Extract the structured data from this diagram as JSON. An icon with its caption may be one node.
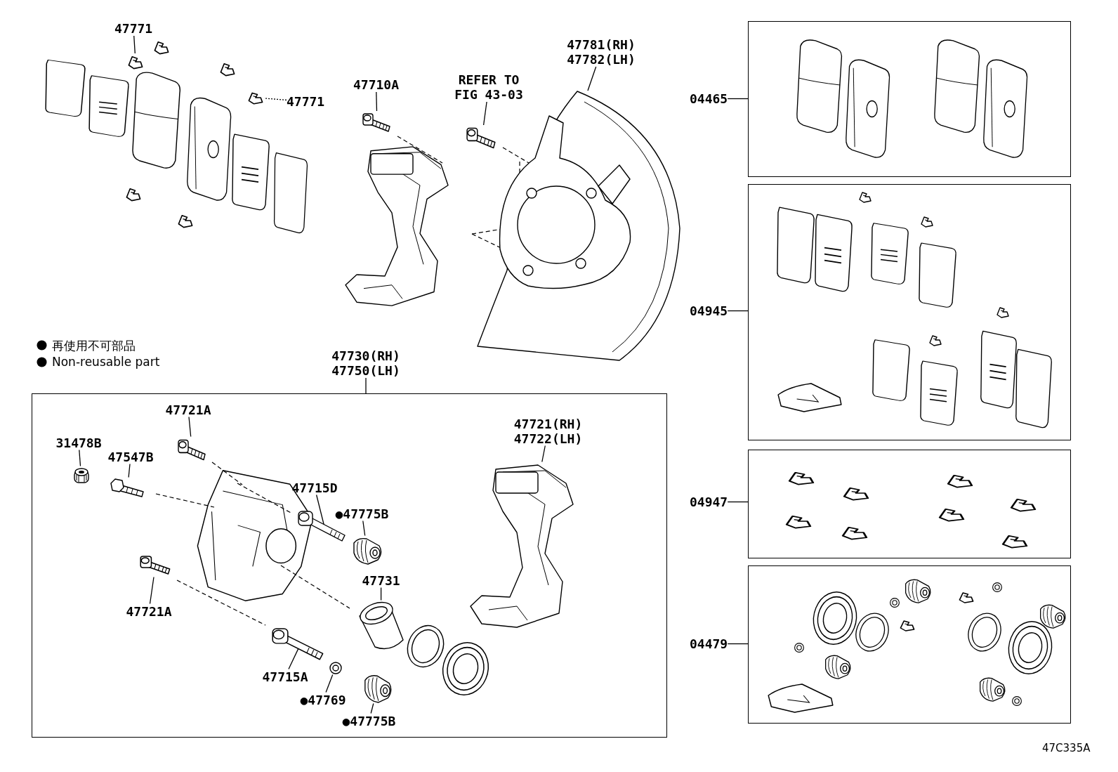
{
  "diagram": {
    "nodes": [
      {
        "text": [
          "47771"
        ]
      },
      {
        "text": [],
        "shape": "picture"
      },
      {
        "text": [
          "47771"
        ]
      },
      {
        "text": [],
        "shape": "picture"
      },
      {
        "text": [
          "47710A"
        ]
      },
      {
        "text": [],
        "shape": "picture"
      },
      {
        "text": [
          "REFER TO FIG 43-03"
        ]
      },
      {
        "text": [],
        "shape": "picture"
      },
      {
        "text": [
          "47781(RH) 47782(LH)"
        ]
      },
      {
        "text": [],
        "shape": "picture"
      },
      {
        "text": [
          "47730(RH) 47750(LH)"
        ]
      },
      {
        "text": [],
        "shape": "box"
      },
      {
        "text": [
          "47721A"
        ],
        "in": 11
      },
      {
        "text": [],
        "shape": "picture",
        "in": 11
      },
      {
        "text": [
          "31478B"
        ],
        "in": 11
      },
      {
        "text": [],
        "shape": "picture",
        "in": 11
      },
      {
        "text": [
          "47547B"
        ],
        "in": 11
      },
      {
        "text": [],
        "shape": "picture",
        "in": 11
      },
      {
        "text": [
          "47715D"
        ],
        "in": 11
      },
      {
        "text": [],
        "shape": "picture",
        "in": 11
      },
      {
        "text": [
          "●47775B"
        ],
        "in": 11
      },
      {
        "text": [],
        "shape": "picture",
        "in": 11
      },
      {
        "text": [
          "47721A"
        ],
        "in": 11
      },
      {
        "text": [],
        "shape": "picture",
        "in": 11
      },
      {
        "text": [
          "47731"
        ],
        "in": 11
      },
      {
        "text": [],
        "shape": "picture",
        "in": 11
      },
      {
        "text": [
          "47715A"
        ],
        "in": 11
      },
      {
        "text": [],
        "shape": "picture",
        "in": 11
      },
      {
        "text": [
          "●47769"
        ],
        "in": 11
      },
      {
        "text": [],
        "shape": "picture",
        "in": 11
      },
      {
        "text": [
          "●47775B"
        ],
        "in": 11
      },
      {
        "text": [],
        "shape": "picture",
        "in": 11
      },
      {
        "text": [
          "47721(RH) 47722(LH)"
        ],
        "in": 11
      },
      {
        "text": [],
        "shape": "picture",
        "in": 11
      },
      {
        "text": [
          "04465"
        ]
      },
      {
        "text": [],
        "shape": "box"
      },
      {
        "text": [
          "04945"
        ]
      },
      {
        "text": [],
        "shape": "box"
      },
      {
        "text": [
          "04947"
        ]
      },
      {
        "text": [],
        "shape": "box"
      },
      {
        "text": [
          "04479"
        ]
      },
      {
        "text": [],
        "shape": "box"
      }
    ],
    "edges": [
      {
        "from": 0,
        "to": 1,
        "arrow": "none"
      },
      {
        "from": 2,
        "to": 3,
        "arrow": "none",
        "style": "dashed"
      },
      {
        "from": 4,
        "to": 5,
        "arrow": "none"
      },
      {
        "from": 6,
        "to": 7,
        "arrow": "none"
      },
      {
        "from": 8,
        "to": 9,
        "arrow": "none"
      },
      {
        "from": 10,
        "to": 11,
        "arrow": "none"
      },
      {
        "from": 12,
        "to": 13,
        "arrow": "none"
      },
      {
        "from": 14,
        "to": 15,
        "arrow": "none"
      },
      {
        "from": 16,
        "to": 17,
        "arrow": "none"
      },
      {
        "from": 18,
        "to": 19,
        "arrow": "none"
      },
      {
        "from": 20,
        "to": 21,
        "arrow": "none"
      },
      {
        "from": 22,
        "to": 23,
        "arrow": "none"
      },
      {
        "from": 24,
        "to": 25,
        "arrow": "none"
      },
      {
        "from": 26,
        "to": 27,
        "arrow": "none"
      },
      {
        "from": 28,
        "to": 29,
        "arrow": "none"
      },
      {
        "from": 30,
        "to": 31,
        "arrow": "none"
      },
      {
        "from": 32,
        "to": 33,
        "arrow": "none"
      },
      {
        "from": 34,
        "to": 35,
        "arrow": "none"
      },
      {
        "from": 36,
        "to": 37,
        "arrow": "none"
      },
      {
        "from": 38,
        "to": 39,
        "arrow": "none"
      },
      {
        "from": 40,
        "to": 41,
        "arrow": "none"
      }
    ],
    "labels": [
      "47C335A"
    ],
    "legend": [
      {
        "text": "再使用不可部品"
      },
      {
        "text": "Non-reusable part"
      }
    ]
  }
}
